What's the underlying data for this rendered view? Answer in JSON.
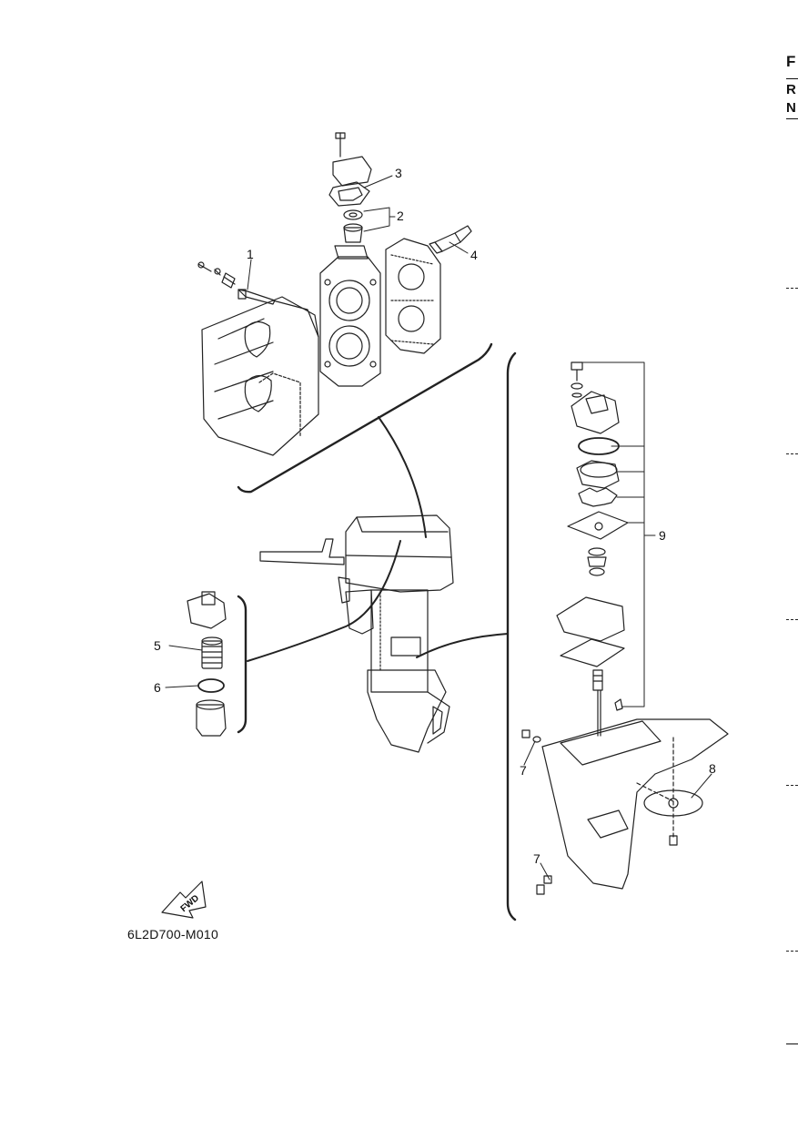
{
  "diagram_code": "6L2D700-M010",
  "fwd_label": "FWD",
  "edge_letters": [
    "F",
    "R",
    "N"
  ],
  "callouts": [
    "1",
    "2",
    "3",
    "4",
    "5",
    "6",
    "7",
    "7",
    "8",
    "9"
  ]
}
